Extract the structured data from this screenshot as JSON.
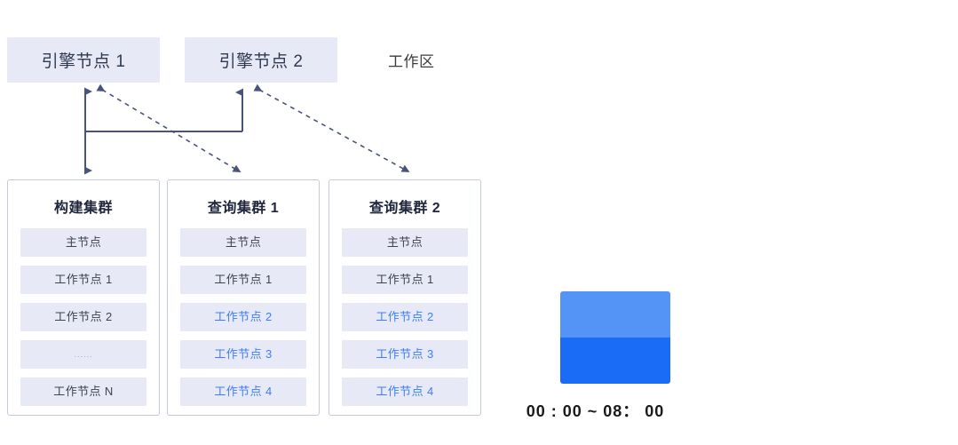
{
  "diagram": {
    "workspace_label": "工作区",
    "engine_nodes": [
      {
        "label": "引擎节点 1"
      },
      {
        "label": "引擎节点 2"
      }
    ],
    "clusters": [
      {
        "title": "构建集群",
        "nodes": [
          {
            "label": "主节点",
            "highlight": false
          },
          {
            "label": "工作节点 1",
            "highlight": false
          },
          {
            "label": "工作节点 2",
            "highlight": false
          },
          {
            "label": "......",
            "highlight": false,
            "ellipsis": true
          },
          {
            "label": "工作节点 N",
            "highlight": false
          }
        ]
      },
      {
        "title": "查询集群 1",
        "nodes": [
          {
            "label": "主节点",
            "highlight": false
          },
          {
            "label": "工作节点 1",
            "highlight": false
          },
          {
            "label": "工作节点 2",
            "highlight": true
          },
          {
            "label": "工作节点 3",
            "highlight": true
          },
          {
            "label": "工作节点 4",
            "highlight": true
          }
        ]
      },
      {
        "title": "查询集群 2",
        "nodes": [
          {
            "label": "主节点",
            "highlight": false
          },
          {
            "label": "工作节点 1",
            "highlight": false
          },
          {
            "label": "工作节点 2",
            "highlight": true
          },
          {
            "label": "工作节点 3",
            "highlight": true
          },
          {
            "label": "工作节点 4",
            "highlight": true
          }
        ]
      }
    ],
    "legend": {
      "caption": "00 : 00 ~ 08： 00",
      "swatch_top_color": "#5494f7",
      "swatch_bottom_color": "#1a6bf5"
    },
    "colors": {
      "node_fill": "#e7eaf6",
      "cluster_border": "#c3cade",
      "connector": "#49547c",
      "highlight_text": "#3d7ef7",
      "title_text": "#20273d"
    }
  }
}
